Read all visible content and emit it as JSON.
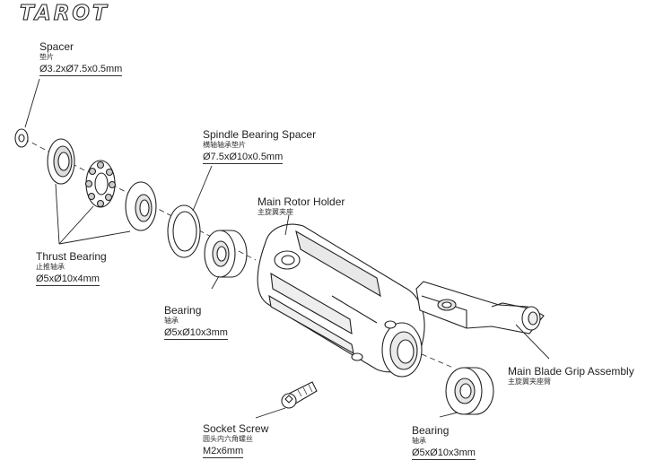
{
  "brand": {
    "logo_text": "TAROT"
  },
  "parts": [
    {
      "en": "Spacer",
      "cn": "垫片",
      "dim": "Ø3.2xØ7.5x0.5mm"
    },
    {
      "en": "Spindle Bearing Spacer",
      "cn": "横轴轴承垫片",
      "dim": "Ø7.5xØ10x0.5mm"
    },
    {
      "en": "Main Rotor Holder",
      "cn": "主旋翼夹座",
      "dim": ""
    },
    {
      "en": "Thrust Bearing",
      "cn": "止推轴承",
      "dim": "Ø5xØ10x4mm"
    },
    {
      "en": "Bearing",
      "cn": "轴承",
      "dim": "Ø5xØ10x3mm"
    },
    {
      "en": "Main Blade Grip Assembly",
      "cn": "主旋翼夹座臂",
      "dim": ""
    },
    {
      "en": "Socket Screw",
      "cn": "圆头内六角螺丝",
      "dim": "M2x6mm"
    },
    {
      "en": "Bearing",
      "cn": "轴承",
      "dim": "Ø5xØ10x3mm"
    }
  ],
  "colors": {
    "line": "#222222",
    "fill": "#ffffff",
    "shade": "#cfcfcf"
  }
}
